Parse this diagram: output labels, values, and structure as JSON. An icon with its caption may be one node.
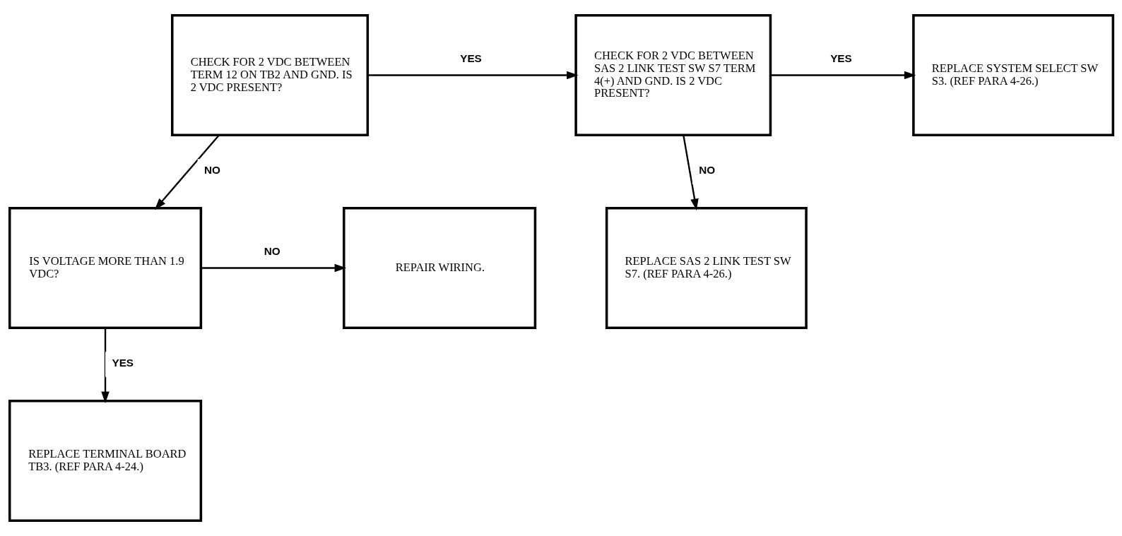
{
  "diagram": {
    "nodes": [
      {
        "text": [
          "CHECK FOR 2 VDC BETWEEN TERM 12 ON TB2 AND GND. IS 2 VDC PRESENT?"
        ]
      },
      {
        "text": [
          "CHECK FOR 2 VDC BETWEEN SAS 2 LINK TEST SW S7 TERM 4(+) AND GND. IS 2 VDC PRESENT?"
        ]
      },
      {
        "text": [
          "REPLACE SYSTEM SELECT SW S3. (REF PARA 4-26.)"
        ]
      },
      {
        "text": [
          "IS VOLTAGE MORE THAN 1.9 VDC?"
        ]
      },
      {
        "text": [
          "REPAIR WIRING."
        ]
      },
      {
        "text": [
          "REPLACE SAS 2 LINK TEST SW S7. (REF PARA 4-26.)"
        ]
      },
      {
        "text": [
          "REPLACE TERMINAL BOARD TB3. (REF PARA 4-24.)"
        ]
      }
    ],
    "edges": [
      {
        "from": 0,
        "to": 1,
        "arrow": "to",
        "label": "YES"
      },
      {
        "from": 1,
        "to": 2,
        "arrow": "to",
        "label": "YES"
      },
      {
        "from": 0,
        "to": 3,
        "arrow": "to",
        "label": "NO"
      },
      {
        "from": 1,
        "to": 5,
        "arrow": "to",
        "label": "NO"
      },
      {
        "from": 3,
        "to": 4,
        "arrow": "to",
        "label": "NO"
      },
      {
        "from": 3,
        "to": 6,
        "arrow": "to",
        "label": "YES"
      }
    ]
  }
}
